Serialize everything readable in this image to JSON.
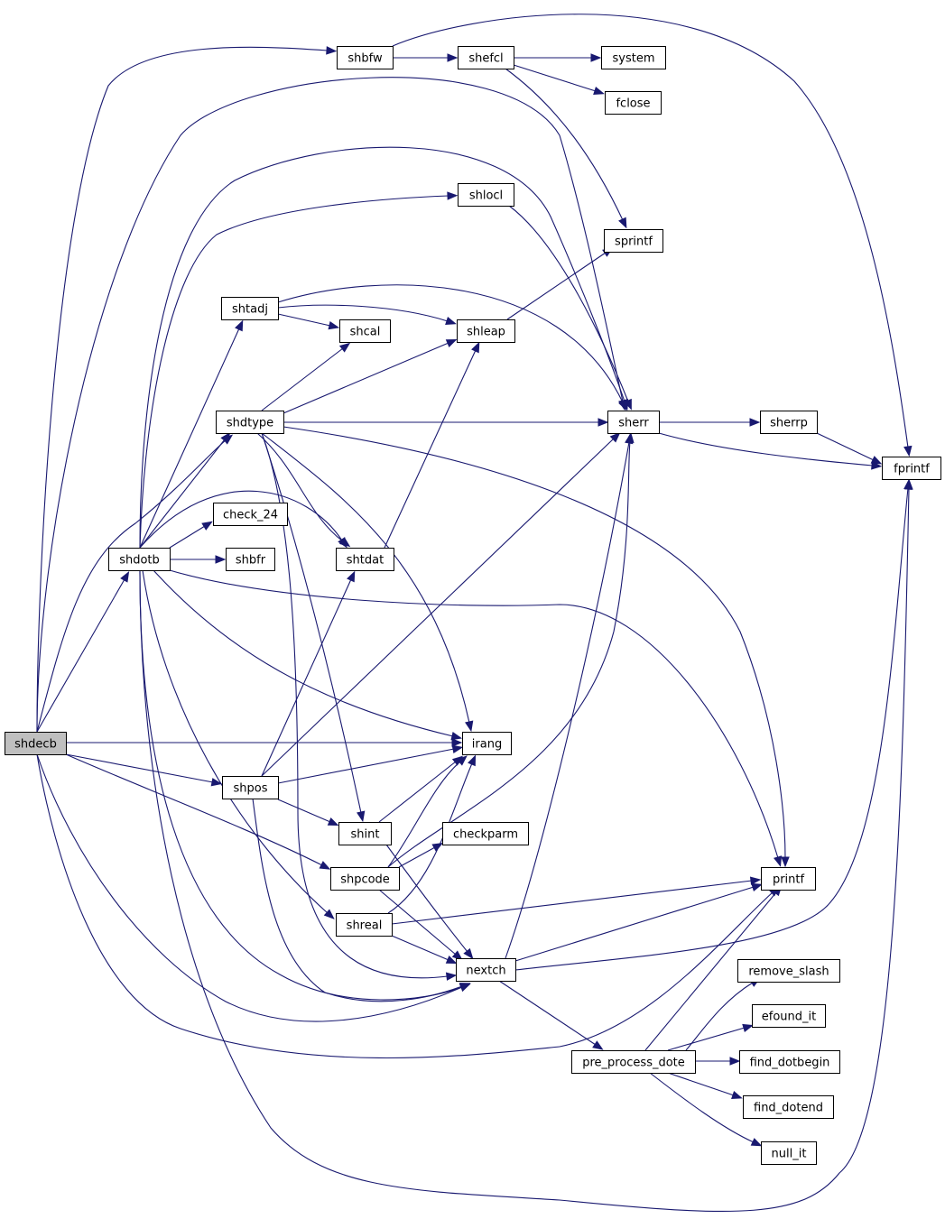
{
  "graph": {
    "colors": {
      "edge": "#191970",
      "node_fill": "#ffffff",
      "root_fill": "#bfbfbf",
      "node_border": "#000000"
    },
    "nodes": [
      {
        "id": "shdecb",
        "label": "shdecb",
        "root": true
      },
      {
        "id": "shbfw",
        "label": "shbfw"
      },
      {
        "id": "shefcl",
        "label": "shefcl"
      },
      {
        "id": "system",
        "label": "system"
      },
      {
        "id": "fclose",
        "label": "fclose"
      },
      {
        "id": "shlocl",
        "label": "shlocl"
      },
      {
        "id": "sprintf",
        "label": "sprintf"
      },
      {
        "id": "shtadj",
        "label": "shtadj"
      },
      {
        "id": "shcal",
        "label": "shcal"
      },
      {
        "id": "shleap",
        "label": "shleap"
      },
      {
        "id": "shdtype",
        "label": "shdtype"
      },
      {
        "id": "sherr",
        "label": "sherr"
      },
      {
        "id": "sherrp",
        "label": "sherrp"
      },
      {
        "id": "fprintf",
        "label": "fprintf"
      },
      {
        "id": "check_24",
        "label": "check_24"
      },
      {
        "id": "shdotb",
        "label": "shdotb"
      },
      {
        "id": "shbfr",
        "label": "shbfr"
      },
      {
        "id": "shtdat",
        "label": "shtdat"
      },
      {
        "id": "irang",
        "label": "irang"
      },
      {
        "id": "shpos",
        "label": "shpos"
      },
      {
        "id": "shint",
        "label": "shint"
      },
      {
        "id": "checkparm",
        "label": "checkparm"
      },
      {
        "id": "shpcode",
        "label": "shpcode"
      },
      {
        "id": "printf",
        "label": "printf"
      },
      {
        "id": "shreal",
        "label": "shreal"
      },
      {
        "id": "nextch",
        "label": "nextch"
      },
      {
        "id": "remove_slash",
        "label": "remove_slash"
      },
      {
        "id": "efound_it",
        "label": "efound_it"
      },
      {
        "id": "pre_process_dote",
        "label": "pre_process_dote"
      },
      {
        "id": "find_dotbegin",
        "label": "find_dotbegin"
      },
      {
        "id": "find_dotend",
        "label": "find_dotend"
      },
      {
        "id": "null_it",
        "label": "null_it"
      }
    ],
    "edges": [
      {
        "from": "shdecb",
        "to": "shbfw"
      },
      {
        "from": "shdecb",
        "to": "sherr"
      },
      {
        "from": "shdecb",
        "to": "shdotb"
      },
      {
        "from": "shdecb",
        "to": "shdtype"
      },
      {
        "from": "shdecb",
        "to": "irang"
      },
      {
        "from": "shdecb",
        "to": "shpos"
      },
      {
        "from": "shdecb",
        "to": "shpcode"
      },
      {
        "from": "shdecb",
        "to": "nextch"
      },
      {
        "from": "shdecb",
        "to": "printf"
      },
      {
        "from": "shbfw",
        "to": "shefcl"
      },
      {
        "from": "shbfw",
        "to": "fprintf"
      },
      {
        "from": "shefcl",
        "to": "system"
      },
      {
        "from": "shefcl",
        "to": "fclose"
      },
      {
        "from": "shefcl",
        "to": "sprintf"
      },
      {
        "from": "shlocl",
        "to": "sherr"
      },
      {
        "from": "shtadj",
        "to": "shcal"
      },
      {
        "from": "shtadj",
        "to": "shleap"
      },
      {
        "from": "shtadj",
        "to": "sherr"
      },
      {
        "from": "shleap",
        "to": "sprintf"
      },
      {
        "from": "shdtype",
        "to": "shcal"
      },
      {
        "from": "shdtype",
        "to": "shleap"
      },
      {
        "from": "shdtype",
        "to": "sherr"
      },
      {
        "from": "shdtype",
        "to": "shtdat"
      },
      {
        "from": "shdtype",
        "to": "irang"
      },
      {
        "from": "shdtype",
        "to": "shint"
      },
      {
        "from": "shdtype",
        "to": "nextch"
      },
      {
        "from": "shdtype",
        "to": "printf"
      },
      {
        "from": "sherr",
        "to": "sherrp"
      },
      {
        "from": "sherr",
        "to": "fprintf"
      },
      {
        "from": "sherrp",
        "to": "fprintf"
      },
      {
        "from": "shdotb",
        "to": "shlocl"
      },
      {
        "from": "shdotb",
        "to": "sherr"
      },
      {
        "from": "shdotb",
        "to": "shtadj"
      },
      {
        "from": "shdotb",
        "to": "shdtype"
      },
      {
        "from": "shdotb",
        "to": "check_24"
      },
      {
        "from": "shdotb",
        "to": "shbfr"
      },
      {
        "from": "shdotb",
        "to": "shtdat"
      },
      {
        "from": "shdotb",
        "to": "irang"
      },
      {
        "from": "shdotb",
        "to": "printf"
      },
      {
        "from": "shdotb",
        "to": "shreal"
      },
      {
        "from": "shdotb",
        "to": "nextch"
      },
      {
        "from": "shdotb",
        "to": "fprintf"
      },
      {
        "from": "shtdat",
        "to": "shleap"
      },
      {
        "from": "shpos",
        "to": "shtdat"
      },
      {
        "from": "shpos",
        "to": "sherr"
      },
      {
        "from": "shpos",
        "to": "irang"
      },
      {
        "from": "shpos",
        "to": "shint"
      },
      {
        "from": "shpos",
        "to": "nextch"
      },
      {
        "from": "shint",
        "to": "irang"
      },
      {
        "from": "shint",
        "to": "nextch"
      },
      {
        "from": "shpcode",
        "to": "irang"
      },
      {
        "from": "shpcode",
        "to": "checkparm"
      },
      {
        "from": "shpcode",
        "to": "sherr"
      },
      {
        "from": "shpcode",
        "to": "nextch"
      },
      {
        "from": "shreal",
        "to": "irang"
      },
      {
        "from": "shreal",
        "to": "printf"
      },
      {
        "from": "shreal",
        "to": "nextch"
      },
      {
        "from": "nextch",
        "to": "sherr"
      },
      {
        "from": "nextch",
        "to": "printf"
      },
      {
        "from": "nextch",
        "to": "fprintf"
      },
      {
        "from": "nextch",
        "to": "pre_process_dote"
      },
      {
        "from": "pre_process_dote",
        "to": "printf"
      },
      {
        "from": "pre_process_dote",
        "to": "remove_slash"
      },
      {
        "from": "pre_process_dote",
        "to": "efound_it"
      },
      {
        "from": "pre_process_dote",
        "to": "find_dotbegin"
      },
      {
        "from": "pre_process_dote",
        "to": "find_dotend"
      },
      {
        "from": "pre_process_dote",
        "to": "null_it"
      }
    ]
  }
}
